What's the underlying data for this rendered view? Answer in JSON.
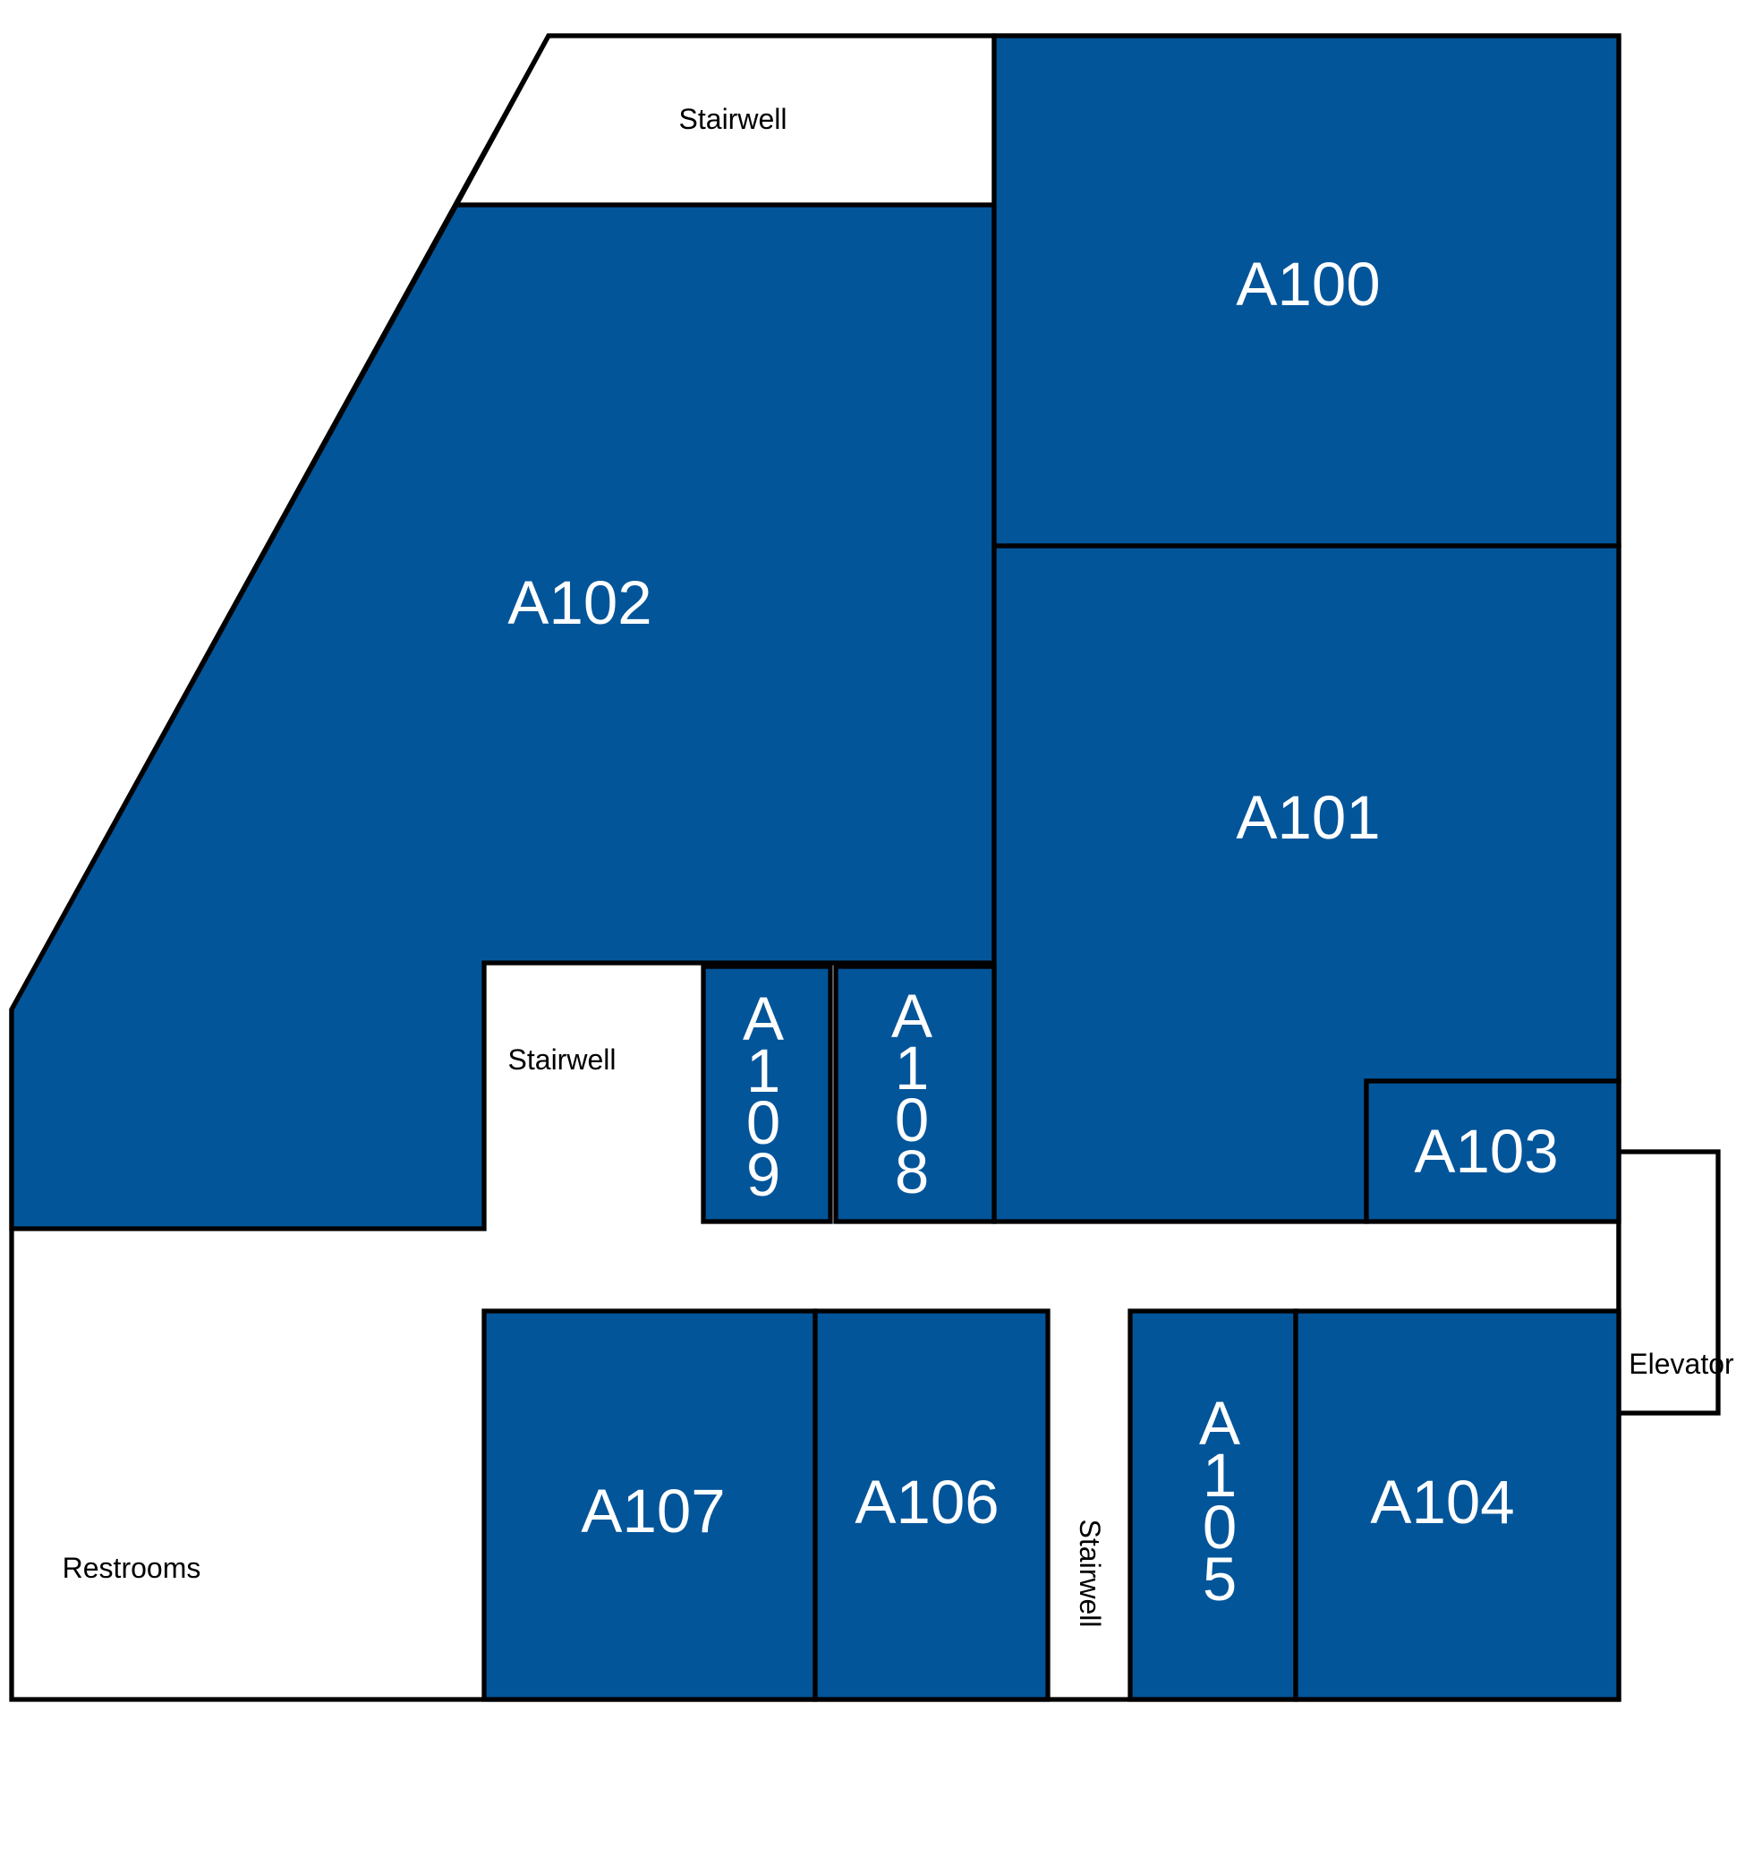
{
  "colors": {
    "room_fill": "#03559a",
    "open_fill": "#ffffff",
    "wall": "#000000",
    "room_text": "#ffffff",
    "area_text": "#000000"
  },
  "rooms": {
    "a100": "A100",
    "a101": "A101",
    "a102": "A102",
    "a103": "A103",
    "a104": "A104",
    "a105": "A105",
    "a106": "A106",
    "a107": "A107",
    "a108": "A108",
    "a109": "A109"
  },
  "areas": {
    "stairwell_top": "Stairwell",
    "stairwell_middle": "Stairwell",
    "stairwell_bottom": "Stairwell",
    "restrooms": "Restrooms",
    "elevator": "Elevator"
  }
}
